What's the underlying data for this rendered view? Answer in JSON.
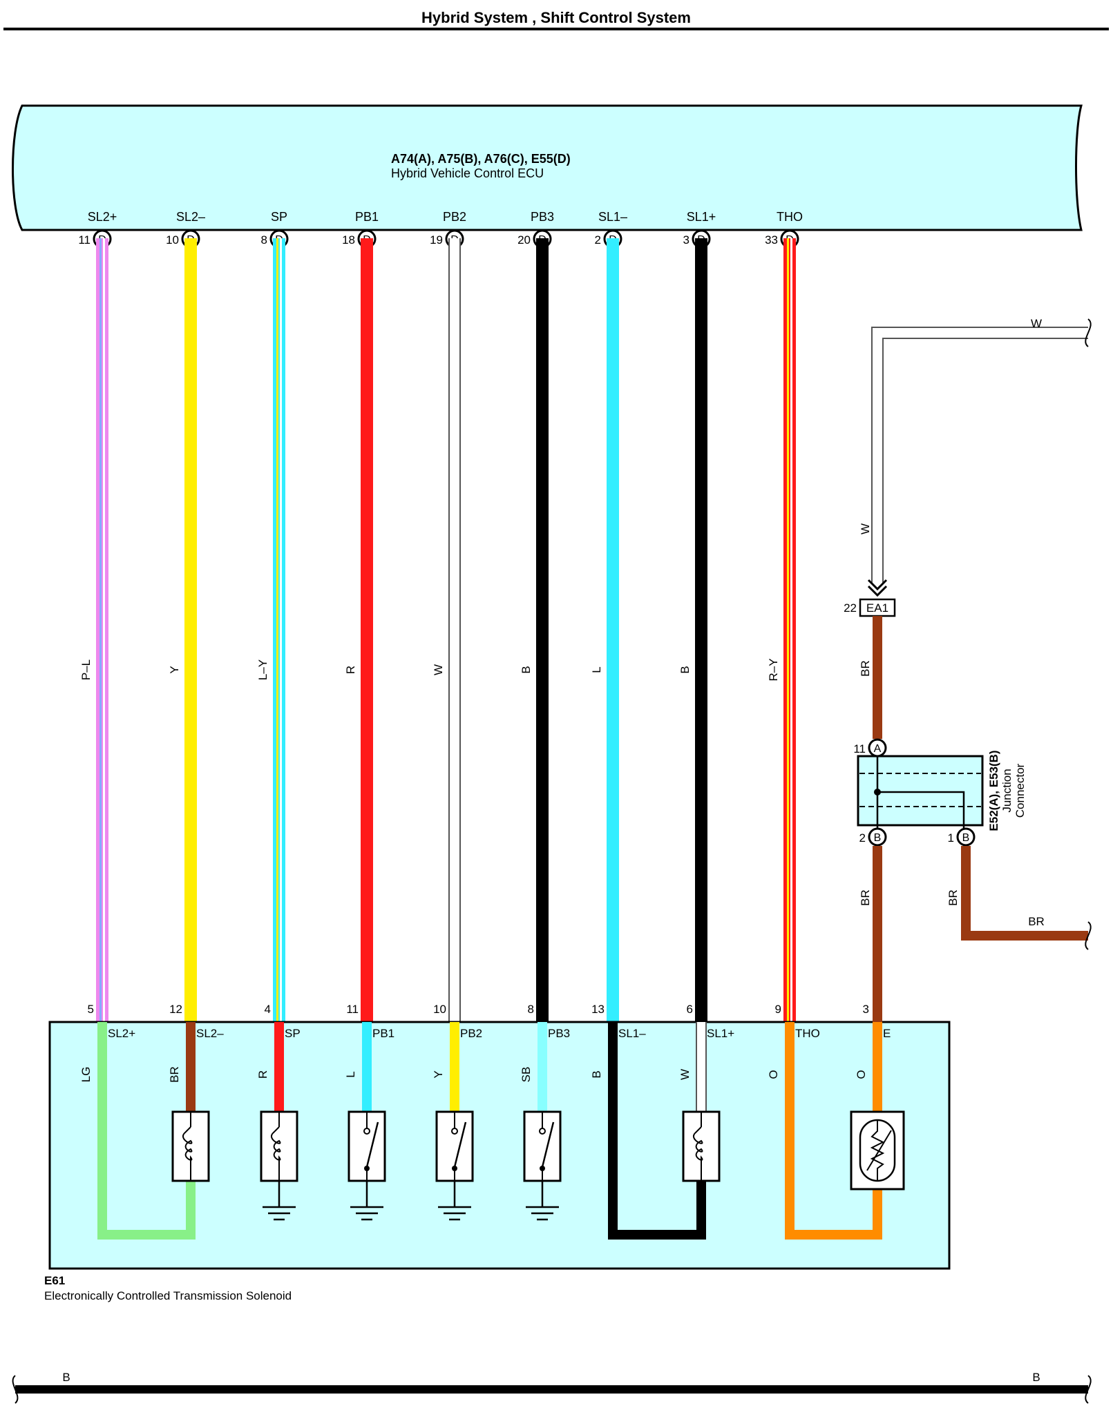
{
  "page": {
    "title": "Hybrid System , Shift Control System"
  },
  "ecu": {
    "connectors": "A74(A), A75(B), A76(C), E55(D)",
    "name": "Hybrid Vehicle Control ECU",
    "pins": [
      {
        "num": "11",
        "letter": "D",
        "label": "SL2+",
        "wire": "P–L",
        "c1": "#ee88ee",
        "c2": "#88aaff",
        "striped": true
      },
      {
        "num": "10",
        "letter": "D",
        "label": "SL2–",
        "wire": "Y",
        "c1": "#ffee00",
        "c2": null,
        "striped": false
      },
      {
        "num": "8",
        "letter": "D",
        "label": "SP",
        "wire": "L–Y",
        "c1": "#33eeff",
        "c2": "#ffee00",
        "striped": true
      },
      {
        "num": "18",
        "letter": "D",
        "label": "PB1",
        "wire": "R",
        "c1": "#ff1a1a",
        "c2": null,
        "striped": false
      },
      {
        "num": "19",
        "letter": "D",
        "label": "PB2",
        "wire": "W",
        "c1": "#ffffff",
        "c2": null,
        "striped": false
      },
      {
        "num": "20",
        "letter": "D",
        "label": "PB3",
        "wire": "B",
        "c1": "#000000",
        "c2": null,
        "striped": false
      },
      {
        "num": "2",
        "letter": "D",
        "label": "SL1–",
        "wire": "L",
        "c1": "#33eeff",
        "c2": null,
        "striped": false
      },
      {
        "num": "3",
        "letter": "D",
        "label": "SL1+",
        "wire": "B",
        "c1": "#000000",
        "c2": null,
        "striped": false
      },
      {
        "num": "33",
        "letter": "D",
        "label": "THO",
        "wire": "R–Y",
        "c1": "#ff1a1a",
        "c2": "#ffee00",
        "striped": true
      }
    ]
  },
  "solenoid": {
    "id": "E61",
    "name": "Electronically Controlled Transmission Solenoid",
    "pins": [
      {
        "num": "5",
        "label": "SL2+",
        "wire": "LG",
        "color": "#88f088"
      },
      {
        "num": "12",
        "label": "SL2–",
        "wire": "BR",
        "color": "#9a3a12"
      },
      {
        "num": "4",
        "label": "SP",
        "wire": "R",
        "color": "#ff1a1a"
      },
      {
        "num": "11",
        "label": "PB1",
        "wire": "L",
        "color": "#33eeff"
      },
      {
        "num": "10",
        "label": "PB2",
        "wire": "Y",
        "color": "#ffee00"
      },
      {
        "num": "8",
        "label": "PB3",
        "wire": "SB",
        "color": "#88ffff"
      },
      {
        "num": "13",
        "label": "SL1–",
        "wire": "B",
        "color": "#000000"
      },
      {
        "num": "6",
        "label": "SL1+",
        "wire": "W",
        "color": "#ffffff"
      },
      {
        "num": "9",
        "label": "THO",
        "wire": "O",
        "color": "#ff8c00"
      },
      {
        "num": "3",
        "label": "E",
        "wire": "O",
        "color": "#ff8c00"
      }
    ]
  },
  "right_circuit": {
    "top_wire": "W",
    "vertical_wire": "W",
    "ea1_pin": "22",
    "ea1_label": "EA1",
    "wire_ea1_to_a": "BR",
    "junction": {
      "id": "E52(A), E53(B)",
      "name_line1": "Junction",
      "name_line2": "Connector",
      "pin_top_num": "11",
      "pin_top_letter": "A",
      "pin_bl_num": "2",
      "pin_bl_letter": "B",
      "pin_br_num": "1",
      "pin_br_letter": "B"
    },
    "wire_down": "BR",
    "wire_branch_vertical": "BR",
    "wire_branch_horizontal": "BR"
  },
  "ground_bus": {
    "left_label": "B",
    "right_label": "B"
  },
  "colors": {
    "connector_fill": "#ccffff",
    "brown": "#9a3a12",
    "orange": "#ff8c00",
    "white_wire": "#ffffff",
    "black": "#000000"
  }
}
